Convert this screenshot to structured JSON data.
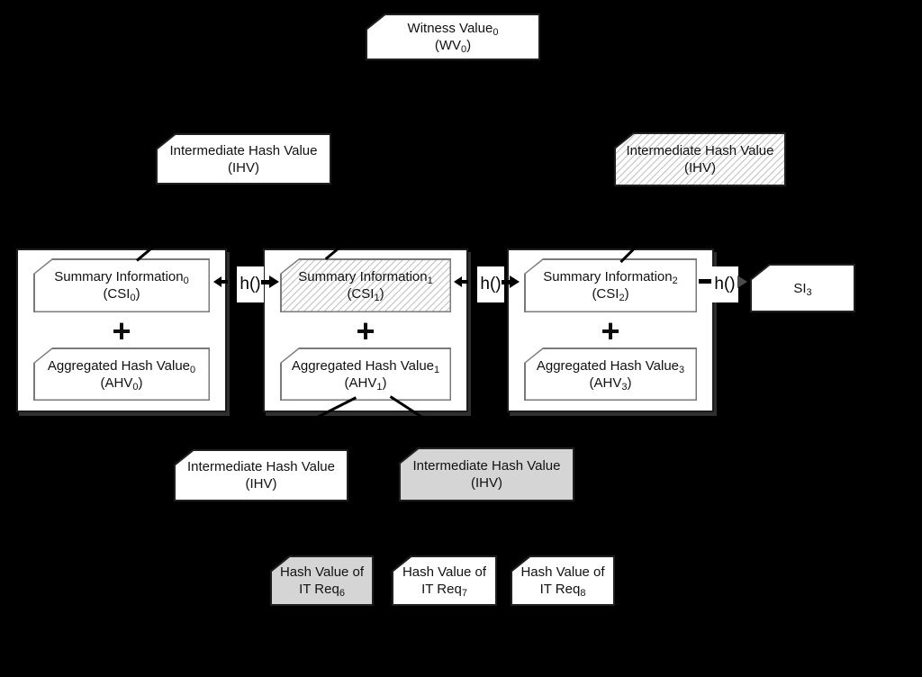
{
  "colors": {
    "background": "#000000",
    "box_fill": "#ffffff",
    "gray_fill": "#d5d5d5",
    "hatch_stripe": "#c2c2c2",
    "inner_border": "#7a7a7a",
    "dark_border": "#1f1f1f",
    "text": "#111111"
  },
  "witness": {
    "l1": "Witness Value",
    "l1s": "0",
    "l2a": "(WV",
    "l2s": "0",
    "l2b": ")"
  },
  "ihv_top_left": {
    "l1": "Intermediate Hash Value",
    "l2a": "(IHV)"
  },
  "ihv_top_right": {
    "l1": "Intermediate Hash Value",
    "l2a": "(IHV)"
  },
  "ihv_bottom_left": {
    "l1": "Intermediate Hash Value",
    "l2a": "(IHV)"
  },
  "ihv_bottom_mid": {
    "l1": "Intermediate Hash Value",
    "l2a": "(IHV)"
  },
  "group1": {
    "summary": {
      "l1": "Summary Information",
      "l1s": "0",
      "l2a": "(CSI",
      "l2s": "0",
      "l2b": ")"
    },
    "plus": "+",
    "ahv": {
      "l1": "Aggregated Hash Value",
      "l1s": "0",
      "l2a": "(AHV",
      "l2s": "0",
      "l2b": ")"
    }
  },
  "group2": {
    "summary": {
      "l1": "Summary Information",
      "l1s": "1",
      "l2a": "(CSI",
      "l2s": "1",
      "l2b": ")"
    },
    "plus": "+",
    "ahv": {
      "l1": "Aggregated Hash Value",
      "l1s": "1",
      "l2a": "(AHV",
      "l2s": "1",
      "l2b": ")"
    }
  },
  "group3": {
    "summary": {
      "l1": "Summary Information",
      "l1s": "2",
      "l2a": "(CSI",
      "l2s": "2",
      "l2b": ")"
    },
    "plus": "+",
    "ahv": {
      "l1": "Aggregated Hash Value",
      "l1s": "3",
      "l2a": "(AHV",
      "l2s": "3",
      "l2b": ")"
    }
  },
  "si3": {
    "l1": "SI",
    "l1s": "3"
  },
  "hash1": {
    "label": "h()"
  },
  "hash2": {
    "label": "h()"
  },
  "hash3": {
    "label": "h()"
  },
  "req6": {
    "l1": "Hash Value of",
    "l2a": "IT Req",
    "l2s": "6"
  },
  "req7": {
    "l1": "Hash Value of",
    "l2a": "IT Req",
    "l2s": "7"
  },
  "req8": {
    "l1": "Hash Value of",
    "l2a": "IT Req",
    "l2s": "8"
  }
}
